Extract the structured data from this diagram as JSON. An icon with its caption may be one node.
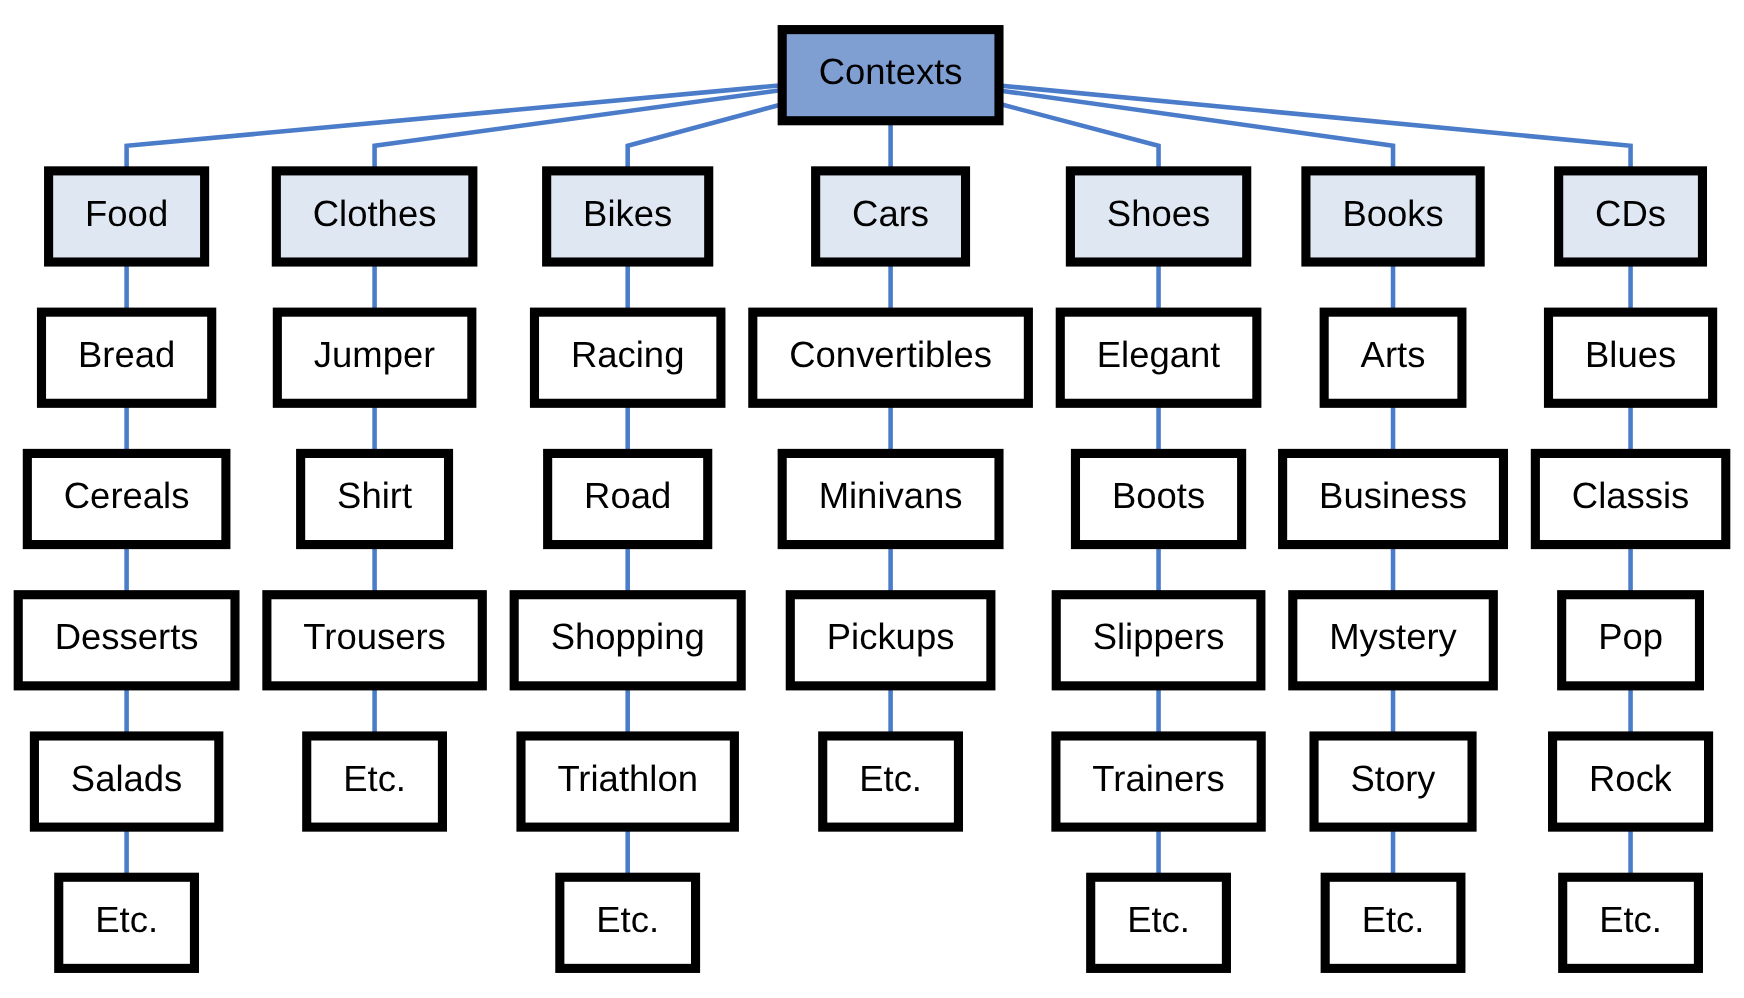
{
  "diagram": {
    "nodes": [
      {
        "text": [
          "Contexts"
        ]
      },
      {
        "text": [
          "Food"
        ]
      },
      {
        "text": [
          "Clothes"
        ]
      },
      {
        "text": [
          "Bikes"
        ]
      },
      {
        "text": [
          "Cars"
        ]
      },
      {
        "text": [
          "Shoes"
        ]
      },
      {
        "text": [
          "Books"
        ]
      },
      {
        "text": [
          "CDs"
        ]
      },
      {
        "text": [
          "Bread"
        ]
      },
      {
        "text": [
          "Jumper"
        ]
      },
      {
        "text": [
          "Racing"
        ]
      },
      {
        "text": [
          "Convertibles"
        ]
      },
      {
        "text": [
          "Elegant"
        ]
      },
      {
        "text": [
          "Arts"
        ]
      },
      {
        "text": [
          "Blues"
        ]
      },
      {
        "text": [
          "Cereals"
        ]
      },
      {
        "text": [
          "Shirt"
        ]
      },
      {
        "text": [
          "Road"
        ]
      },
      {
        "text": [
          "Minivans"
        ]
      },
      {
        "text": [
          "Boots"
        ]
      },
      {
        "text": [
          "Business"
        ]
      },
      {
        "text": [
          "Classis"
        ]
      },
      {
        "text": [
          "Desserts"
        ]
      },
      {
        "text": [
          "Trousers"
        ]
      },
      {
        "text": [
          "Shopping"
        ]
      },
      {
        "text": [
          "Pickups"
        ]
      },
      {
        "text": [
          "Slippers"
        ]
      },
      {
        "text": [
          "Mystery"
        ]
      },
      {
        "text": [
          "Pop"
        ]
      },
      {
        "text": [
          "Salads"
        ]
      },
      {
        "text": [
          "Etc."
        ]
      },
      {
        "text": [
          "Triathlon"
        ]
      },
      {
        "text": [
          "Etc."
        ]
      },
      {
        "text": [
          "Trainers"
        ]
      },
      {
        "text": [
          "Story"
        ]
      },
      {
        "text": [
          "Rock"
        ]
      },
      {
        "text": [
          "Etc."
        ]
      },
      {
        "text": [
          "Etc."
        ]
      },
      {
        "text": [
          "Etc."
        ]
      },
      {
        "text": [
          "Etc."
        ]
      },
      {
        "text": [
          "Etc."
        ]
      }
    ],
    "edges": [
      {
        "from": 0,
        "to": 1,
        "arrow": "none"
      },
      {
        "from": 0,
        "to": 2,
        "arrow": "none"
      },
      {
        "from": 0,
        "to": 3,
        "arrow": "none"
      },
      {
        "from": 0,
        "to": 4,
        "arrow": "none"
      },
      {
        "from": 0,
        "to": 5,
        "arrow": "none"
      },
      {
        "from": 0,
        "to": 6,
        "arrow": "none"
      },
      {
        "from": 0,
        "to": 7,
        "arrow": "none"
      },
      {
        "from": 1,
        "to": 8,
        "arrow": "none"
      },
      {
        "from": 8,
        "to": 15,
        "arrow": "none"
      },
      {
        "from": 15,
        "to": 22,
        "arrow": "none"
      },
      {
        "from": 22,
        "to": 29,
        "arrow": "none"
      },
      {
        "from": 29,
        "to": 36,
        "arrow": "none"
      },
      {
        "from": 2,
        "to": 9,
        "arrow": "none"
      },
      {
        "from": 9,
        "to": 16,
        "arrow": "none"
      },
      {
        "from": 16,
        "to": 23,
        "arrow": "none"
      },
      {
        "from": 23,
        "to": 30,
        "arrow": "none"
      },
      {
        "from": 3,
        "to": 10,
        "arrow": "none"
      },
      {
        "from": 10,
        "to": 17,
        "arrow": "none"
      },
      {
        "from": 17,
        "to": 24,
        "arrow": "none"
      },
      {
        "from": 24,
        "to": 31,
        "arrow": "none"
      },
      {
        "from": 31,
        "to": 37,
        "arrow": "none"
      },
      {
        "from": 4,
        "to": 11,
        "arrow": "none"
      },
      {
        "from": 11,
        "to": 18,
        "arrow": "none"
      },
      {
        "from": 18,
        "to": 25,
        "arrow": "none"
      },
      {
        "from": 25,
        "to": 32,
        "arrow": "none"
      },
      {
        "from": 5,
        "to": 12,
        "arrow": "none"
      },
      {
        "from": 12,
        "to": 19,
        "arrow": "none"
      },
      {
        "from": 19,
        "to": 26,
        "arrow": "none"
      },
      {
        "from": 26,
        "to": 33,
        "arrow": "none"
      },
      {
        "from": 33,
        "to": 38,
        "arrow": "none"
      },
      {
        "from": 6,
        "to": 13,
        "arrow": "none"
      },
      {
        "from": 13,
        "to": 20,
        "arrow": "none"
      },
      {
        "from": 20,
        "to": 27,
        "arrow": "none"
      },
      {
        "from": 27,
        "to": 34,
        "arrow": "none"
      },
      {
        "from": 34,
        "to": 39,
        "arrow": "none"
      },
      {
        "from": 7,
        "to": 14,
        "arrow": "none"
      },
      {
        "from": 14,
        "to": 21,
        "arrow": "none"
      },
      {
        "from": 21,
        "to": 28,
        "arrow": "none"
      },
      {
        "from": 28,
        "to": 35,
        "arrow": "none"
      },
      {
        "from": 35,
        "to": 40,
        "arrow": "none"
      }
    ]
  }
}
